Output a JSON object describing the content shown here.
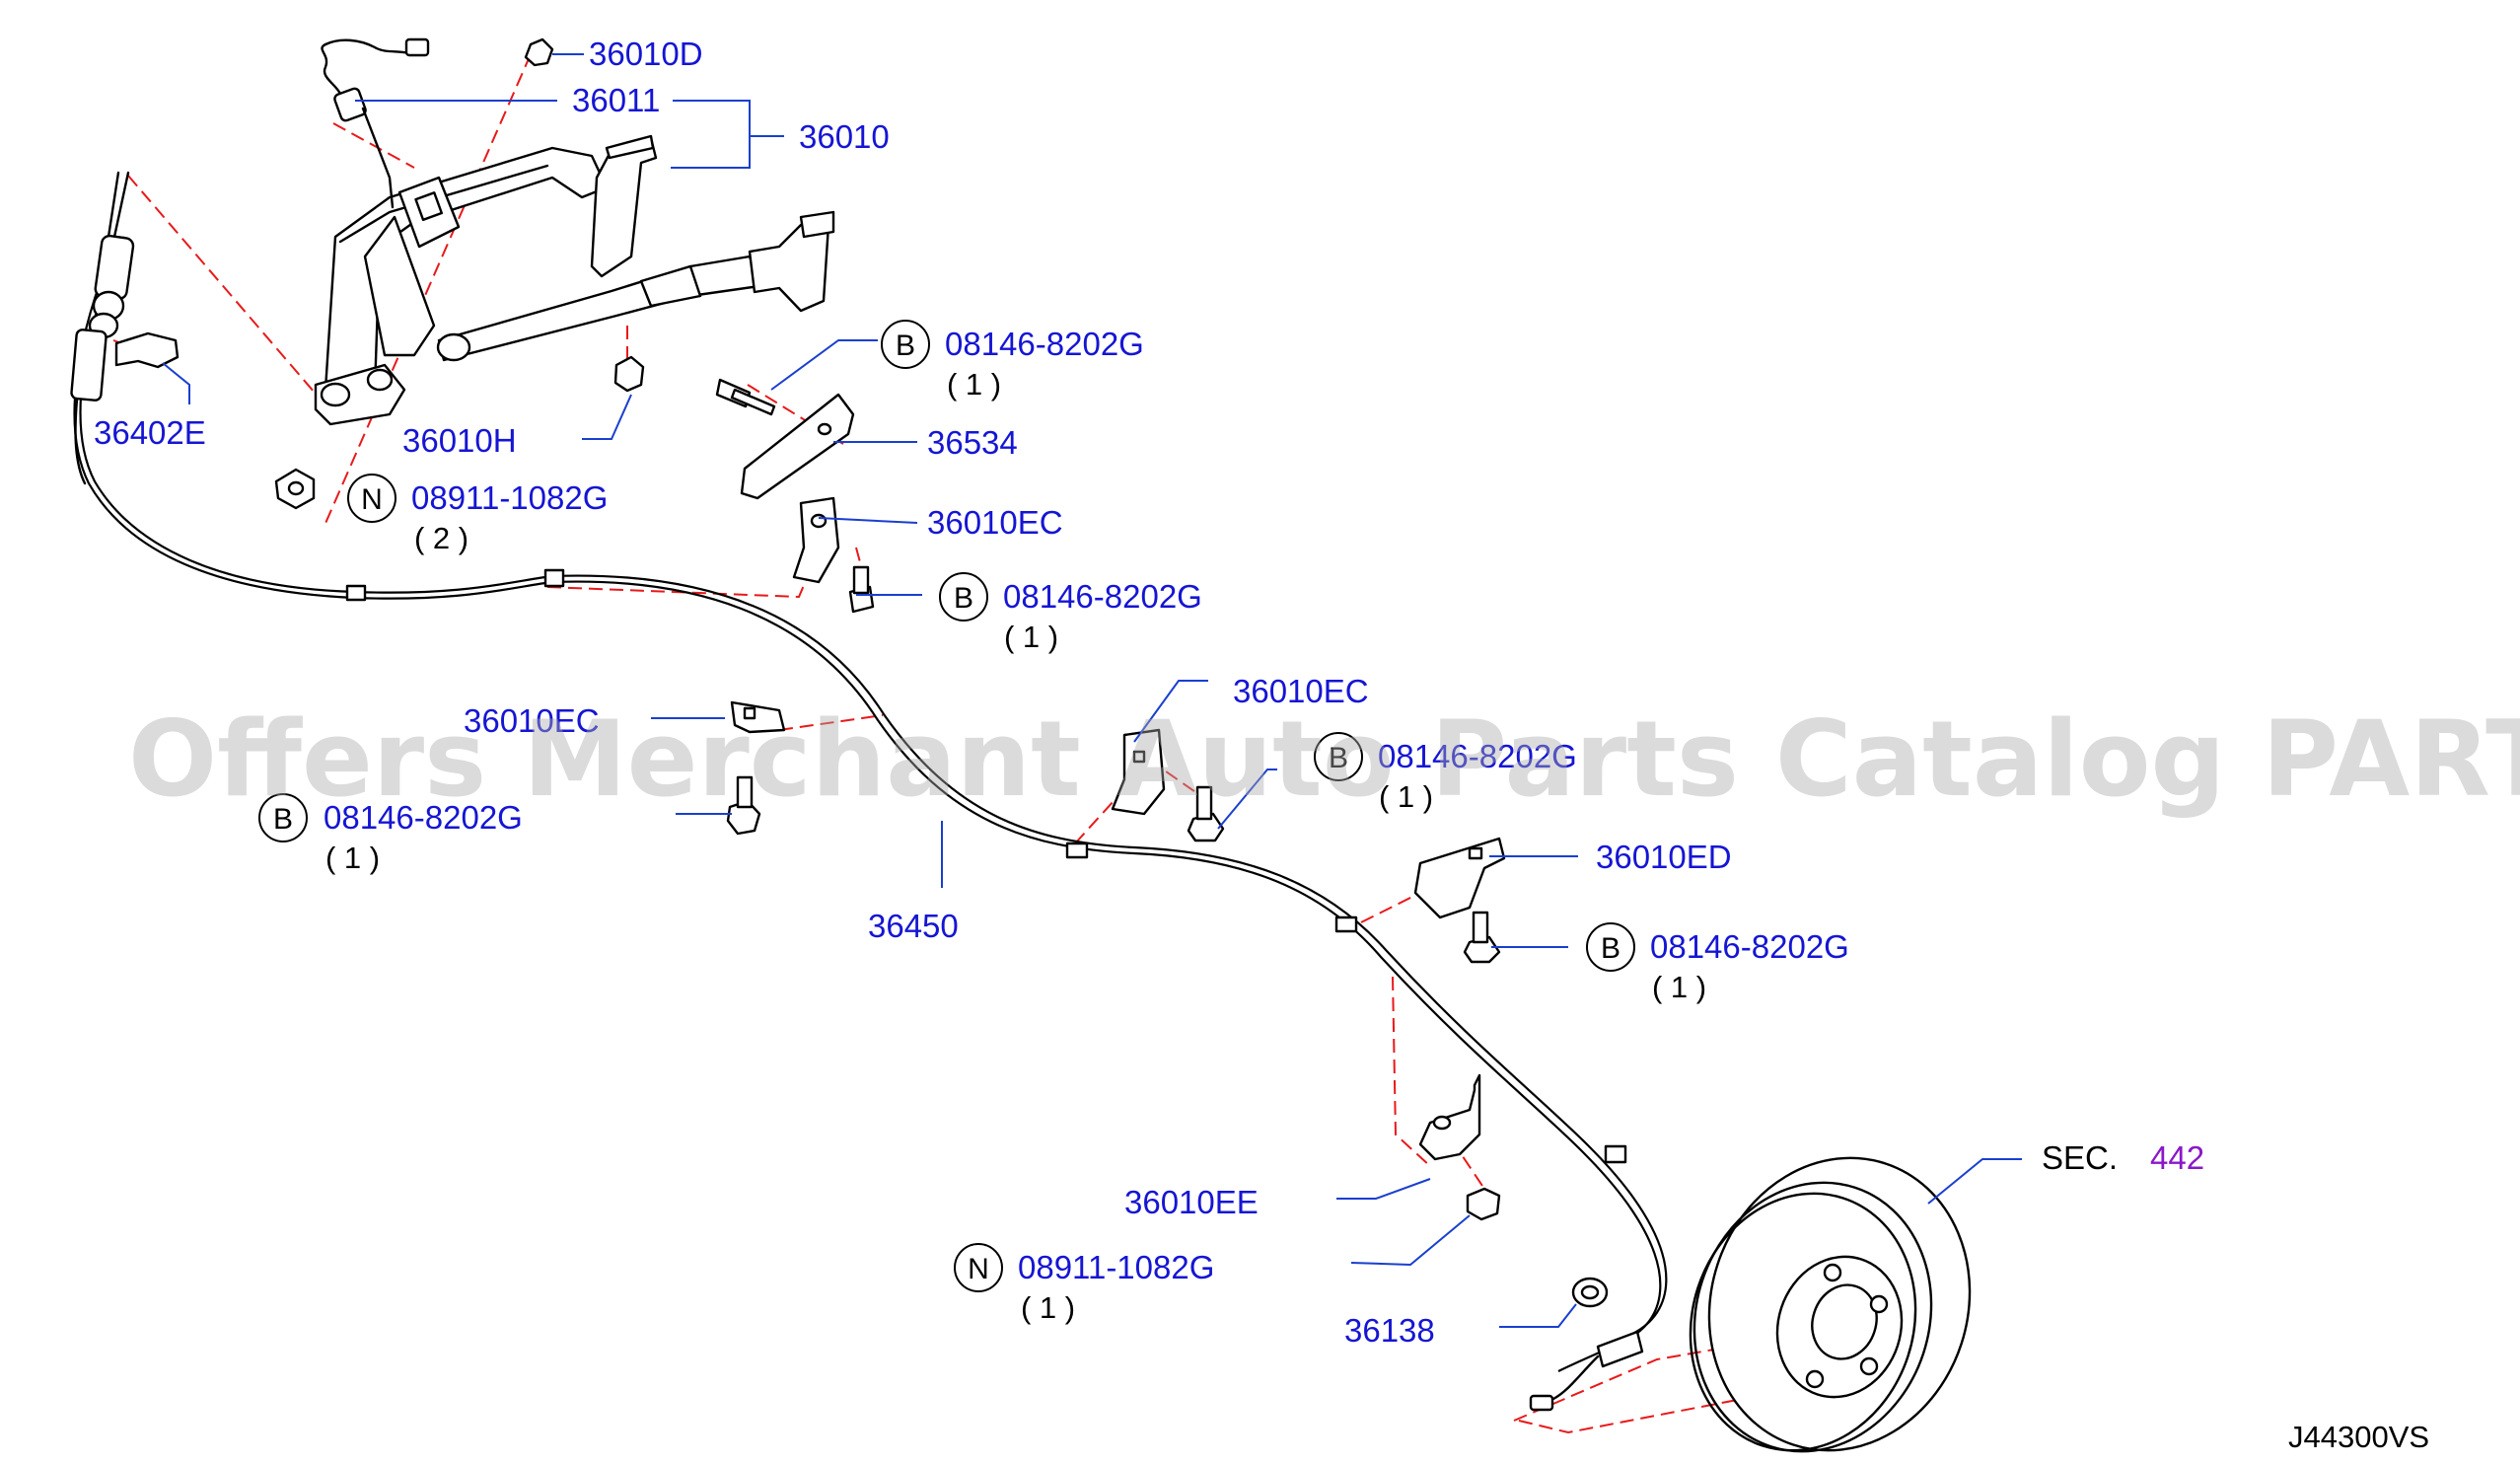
{
  "watermark": "Offers Merchant Auto Parts Catalog PARTSTORE.SA",
  "diagram_code": "J44300VS",
  "section_ref": {
    "prefix": "SEC.",
    "number": "442"
  },
  "colors": {
    "label": "#1515d4",
    "leader": "#1a3fcf",
    "hidden_line": "#e8191a",
    "section_link": "#8a18c8"
  },
  "labels": [
    {
      "id": "36010D",
      "text": "36010D"
    },
    {
      "id": "36011",
      "text": "36011"
    },
    {
      "id": "36010",
      "text": "36010"
    },
    {
      "id": "36402E",
      "text": "36402E"
    },
    {
      "id": "36010H",
      "text": "36010H"
    },
    {
      "id": "36534",
      "text": "36534"
    },
    {
      "id": "36010EC_upper",
      "text": "36010EC"
    },
    {
      "id": "36010EC_left",
      "text": "36010EC"
    },
    {
      "id": "36010EC_mid",
      "text": "36010EC"
    },
    {
      "id": "36450",
      "text": "36450"
    },
    {
      "id": "36010ED",
      "text": "36010ED"
    },
    {
      "id": "36010EE",
      "text": "36010EE"
    },
    {
      "id": "36138",
      "text": "36138"
    }
  ],
  "fasteners": [
    {
      "id": "b1",
      "symbol": "B",
      "part": "08146-8202G",
      "qty": "( 1 )"
    },
    {
      "id": "n1",
      "symbol": "N",
      "part": "08911-1082G",
      "qty": "( 2 )"
    },
    {
      "id": "b2",
      "symbol": "B",
      "part": "08146-8202G",
      "qty": "( 1 )"
    },
    {
      "id": "b3",
      "symbol": "B",
      "part": "08146-8202G",
      "qty": "( 1 )"
    },
    {
      "id": "b4",
      "symbol": "B",
      "part": "08146-8202G",
      "qty": "( 1 )"
    },
    {
      "id": "b5",
      "symbol": "B",
      "part": "08146-8202G",
      "qty": "( 1 )"
    },
    {
      "id": "n2",
      "symbol": "N",
      "part": "08911-1082G",
      "qty": "( 1 )"
    }
  ]
}
